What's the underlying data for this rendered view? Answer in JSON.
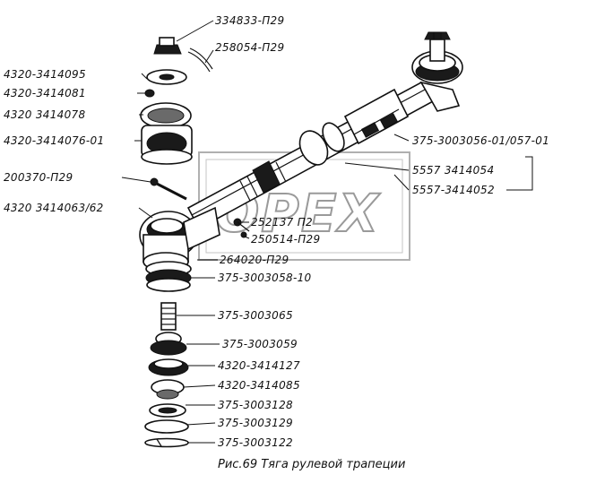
{
  "labels": [
    {
      "id": "p1",
      "text": "334833-П29"
    },
    {
      "id": "p2",
      "text": "258054-П29"
    },
    {
      "id": "p3",
      "text": "4320-3414095"
    },
    {
      "id": "p4",
      "text": "4320-3414081"
    },
    {
      "id": "p5",
      "text": "4320 3414078"
    },
    {
      "id": "p6",
      "text": "4320-3414076-01"
    },
    {
      "id": "p7",
      "text": "200370-П29"
    },
    {
      "id": "p8",
      "text": "4320 3414063/62"
    },
    {
      "id": "p9",
      "text": "375-3003056-01/057-01"
    },
    {
      "id": "p10",
      "text": "5557 3414054"
    },
    {
      "id": "p11",
      "text": "5557-3414052"
    },
    {
      "id": "p12",
      "text": "252137 П2"
    },
    {
      "id": "p13",
      "text": "250514-П29"
    },
    {
      "id": "p14",
      "text": "264020-П29"
    },
    {
      "id": "p15",
      "text": "375-3003058-10"
    },
    {
      "id": "p16",
      "text": "375-3003065"
    },
    {
      "id": "p17",
      "text": "375-3003059"
    },
    {
      "id": "p18",
      "text": "4320-3414127"
    },
    {
      "id": "p19",
      "text": "4320-3414085"
    },
    {
      "id": "p20",
      "text": "375-3003128"
    },
    {
      "id": "p21",
      "text": "375-3003129"
    },
    {
      "id": "p22",
      "text": "375-3003122"
    }
  ],
  "caption": "Рис.69   Тяга рулевой трапеции",
  "watermark": "OPEX"
}
